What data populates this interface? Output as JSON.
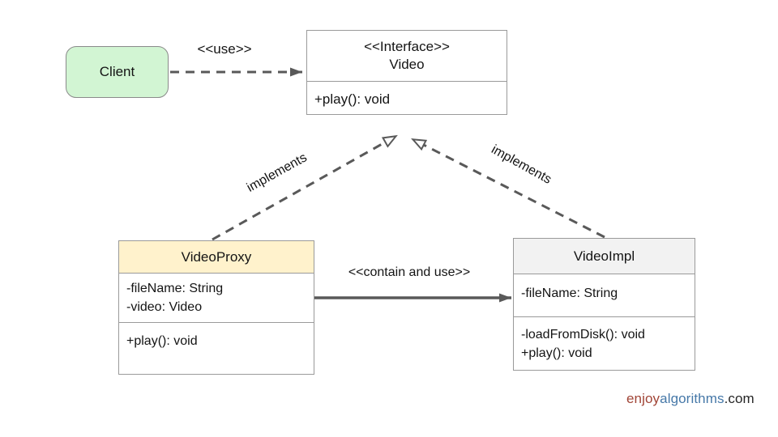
{
  "diagram": {
    "title_hint": "Proxy design pattern UML class diagram",
    "client": {
      "label": "Client"
    },
    "video_interface": {
      "stereotype": "<<Interface>>",
      "name": "Video",
      "methods": [
        "+play(): void"
      ]
    },
    "video_proxy": {
      "name": "VideoProxy",
      "attributes": [
        "-fileName: String",
        "-video: Video"
      ],
      "methods": [
        "+play(): void"
      ]
    },
    "video_impl": {
      "name": "VideoImpl",
      "attributes": [
        "-fileName: String"
      ],
      "methods": [
        "-loadFromDisk(): void",
        "+play(): void"
      ]
    },
    "edges": {
      "use_label": "<<use>>",
      "contain_label": "<<contain and use>>",
      "implements_left_label": "implements",
      "implements_right_label": "implements"
    }
  },
  "branding": {
    "part_enjoy": "enjoy",
    "part_algorithms": "algorithms",
    "part_domain": ".com"
  },
  "colors": {
    "client_fill": "#d2f5d3",
    "proxy_header_fill": "#fff2cc",
    "impl_header_fill": "#f2f2f2",
    "box_border": "#9a9a9a",
    "arrow": "#595959",
    "text": "#141414",
    "brand_red": "#a14537",
    "brand_blue": "#4678a8",
    "brand_dark": "#262626"
  }
}
